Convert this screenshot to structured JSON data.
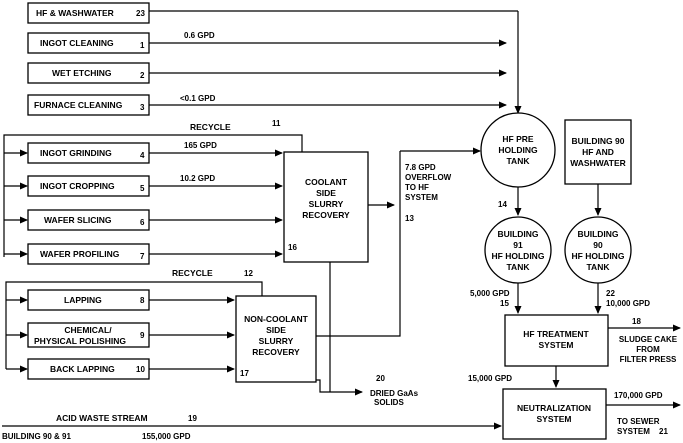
{
  "sources": [
    {
      "id": "hf-washwater",
      "label": "HF & WASHWATER",
      "num": "23",
      "flow": ""
    },
    {
      "id": "ingot-cleaning",
      "label": "INGOT CLEANING",
      "num": "1",
      "flow": "0.6 GPD"
    },
    {
      "id": "wet-etching",
      "label": "WET ETCHING",
      "num": "2",
      "flow": ""
    },
    {
      "id": "furnace-cleaning",
      "label": "FURNACE CLEANING",
      "num": "3",
      "flow": "<0.1 GPD"
    }
  ],
  "coolant_group": {
    "recycle_label": "RECYCLE",
    "recycle_num": "11",
    "processes": [
      {
        "label": "INGOT GRINDING",
        "num": "4",
        "flow": "165 GPD"
      },
      {
        "label": "INGOT CROPPING",
        "num": "5",
        "flow": "10.2 GPD"
      },
      {
        "label": "WAFER SLICING",
        "num": "6",
        "flow": ""
      },
      {
        "label": "WAFER PROFILING",
        "num": "7",
        "flow": ""
      }
    ],
    "recovery": {
      "line1": "COOLANT",
      "line2": "SIDE",
      "line3": "SLURRY",
      "line4": "RECOVERY",
      "num": "16"
    }
  },
  "noncoolant_group": {
    "recycle_label": "RECYCLE",
    "recycle_num": "12",
    "processes": [
      {
        "label": "LAPPING",
        "line2": "",
        "num": "8"
      },
      {
        "label": "CHEMICAL/",
        "line2": "PHYSICAL POLISHING",
        "num": "9"
      },
      {
        "label": "BACK LAPPING",
        "line2": "",
        "num": "10"
      }
    ],
    "recovery": {
      "line1": "NON-COOLANT",
      "line2": "SIDE",
      "line3": "SLURRY",
      "line4": "RECOVERY",
      "num": "17"
    }
  },
  "overflow": {
    "line1": "7.8 GPD",
    "line2": "OVERFLOW",
    "line3": "TO HF",
    "line4": "SYSTEM",
    "num": "13"
  },
  "dried_solids": {
    "num": "20",
    "line1": "DRIED GaAs",
    "line2": "SOLIDS"
  },
  "tanks": {
    "pre": {
      "line1": "HF PRE",
      "line2": "HOLDING",
      "line3": "TANK",
      "num": "14"
    },
    "b91": {
      "line1": "BUILDING",
      "line2": "91",
      "line3": "HF HOLDING",
      "line4": "TANK",
      "flow": "5,000 GPD",
      "num": "15"
    },
    "b90": {
      "line1": "BUILDING",
      "line2": "90",
      "line3": "HF HOLDING",
      "line4": "TANK",
      "num": "22",
      "flow": "10,000 GPD"
    }
  },
  "building90_box": {
    "line1": "BUILDING 90",
    "line2": "HF AND",
    "line3": "WASHWATER"
  },
  "hf_treatment": {
    "line1": "HF TREATMENT",
    "line2": "SYSTEM",
    "num": "18",
    "out1": "SLUDGE CAKE",
    "out2": "FROM",
    "out3": "FILTER PRESS",
    "flow": "15,000 GPD"
  },
  "neutralization": {
    "line1": "NEUTRALIZATION",
    "line2": "SYSTEM",
    "flow_out": "170,000 GPD",
    "out1": "TO SEWER",
    "out2": "SYSTEM",
    "num": "21"
  },
  "acid_waste": {
    "label": "ACID WASTE STREAM",
    "num": "19",
    "source": "BUILDING 90 & 91",
    "flow": "155,000 GPD"
  }
}
